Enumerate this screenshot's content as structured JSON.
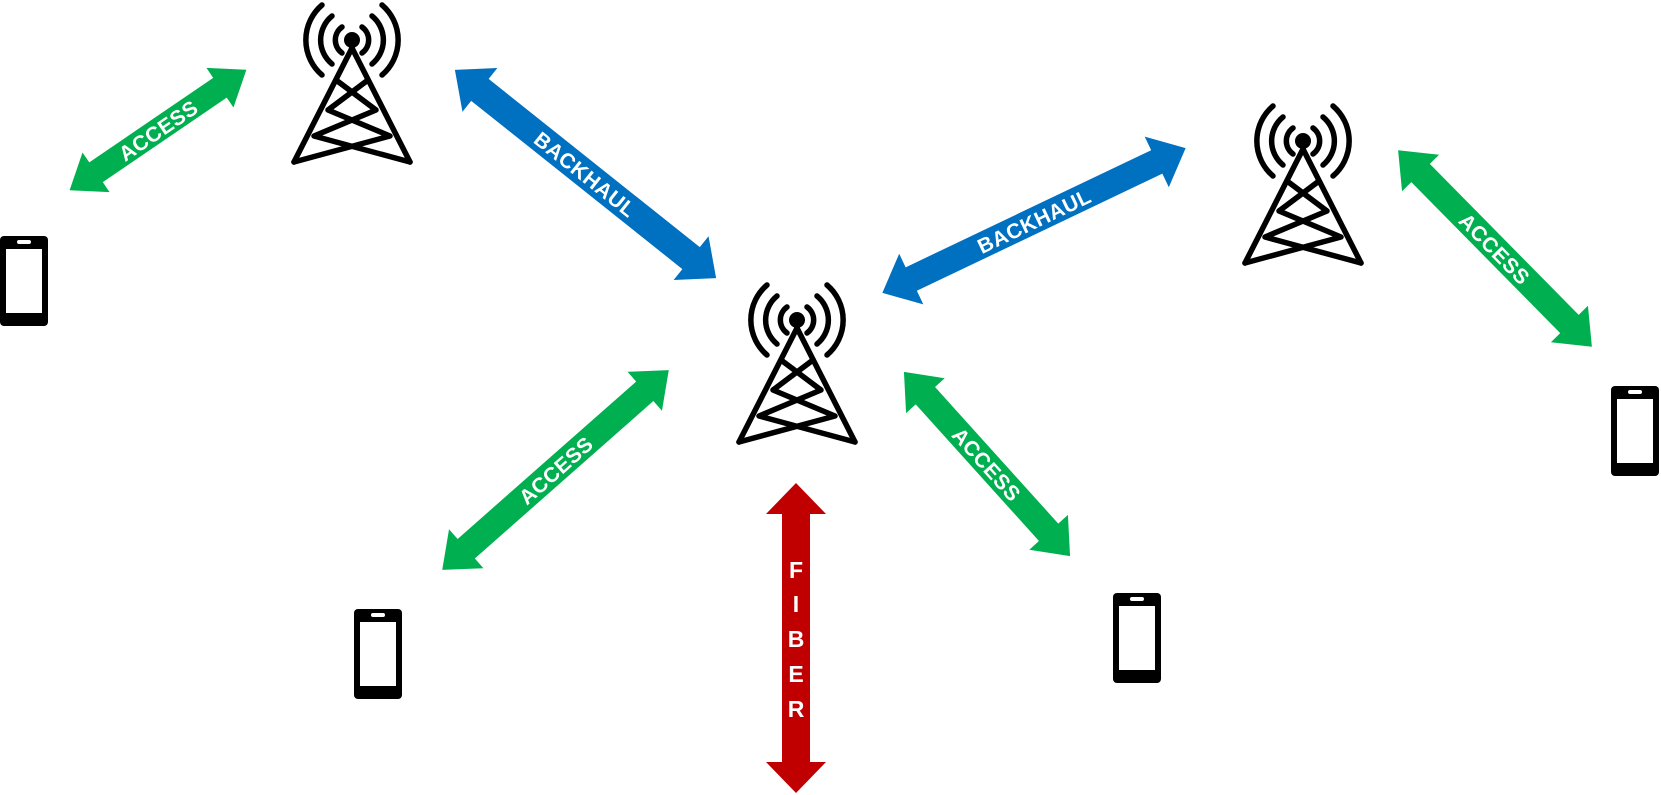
{
  "labels": {
    "access_top_left": "ACCESS",
    "backhaul_left": "BACKHAUL",
    "backhaul_right": "BACKHAUL",
    "access_right": "ACCESS",
    "access_bottom_left": "ACCESS",
    "access_bottom_right": "ACCESS",
    "fiber": "FIBER",
    "fiber_letters": [
      "F",
      "I",
      "B",
      "E",
      "R"
    ]
  },
  "colors": {
    "access": "#00b050",
    "backhaul": "#0070c0",
    "fiber": "#c00000",
    "icon": "#000000"
  },
  "icons": {
    "tower": "cell-tower-icon",
    "phone": "smartphone-icon"
  }
}
